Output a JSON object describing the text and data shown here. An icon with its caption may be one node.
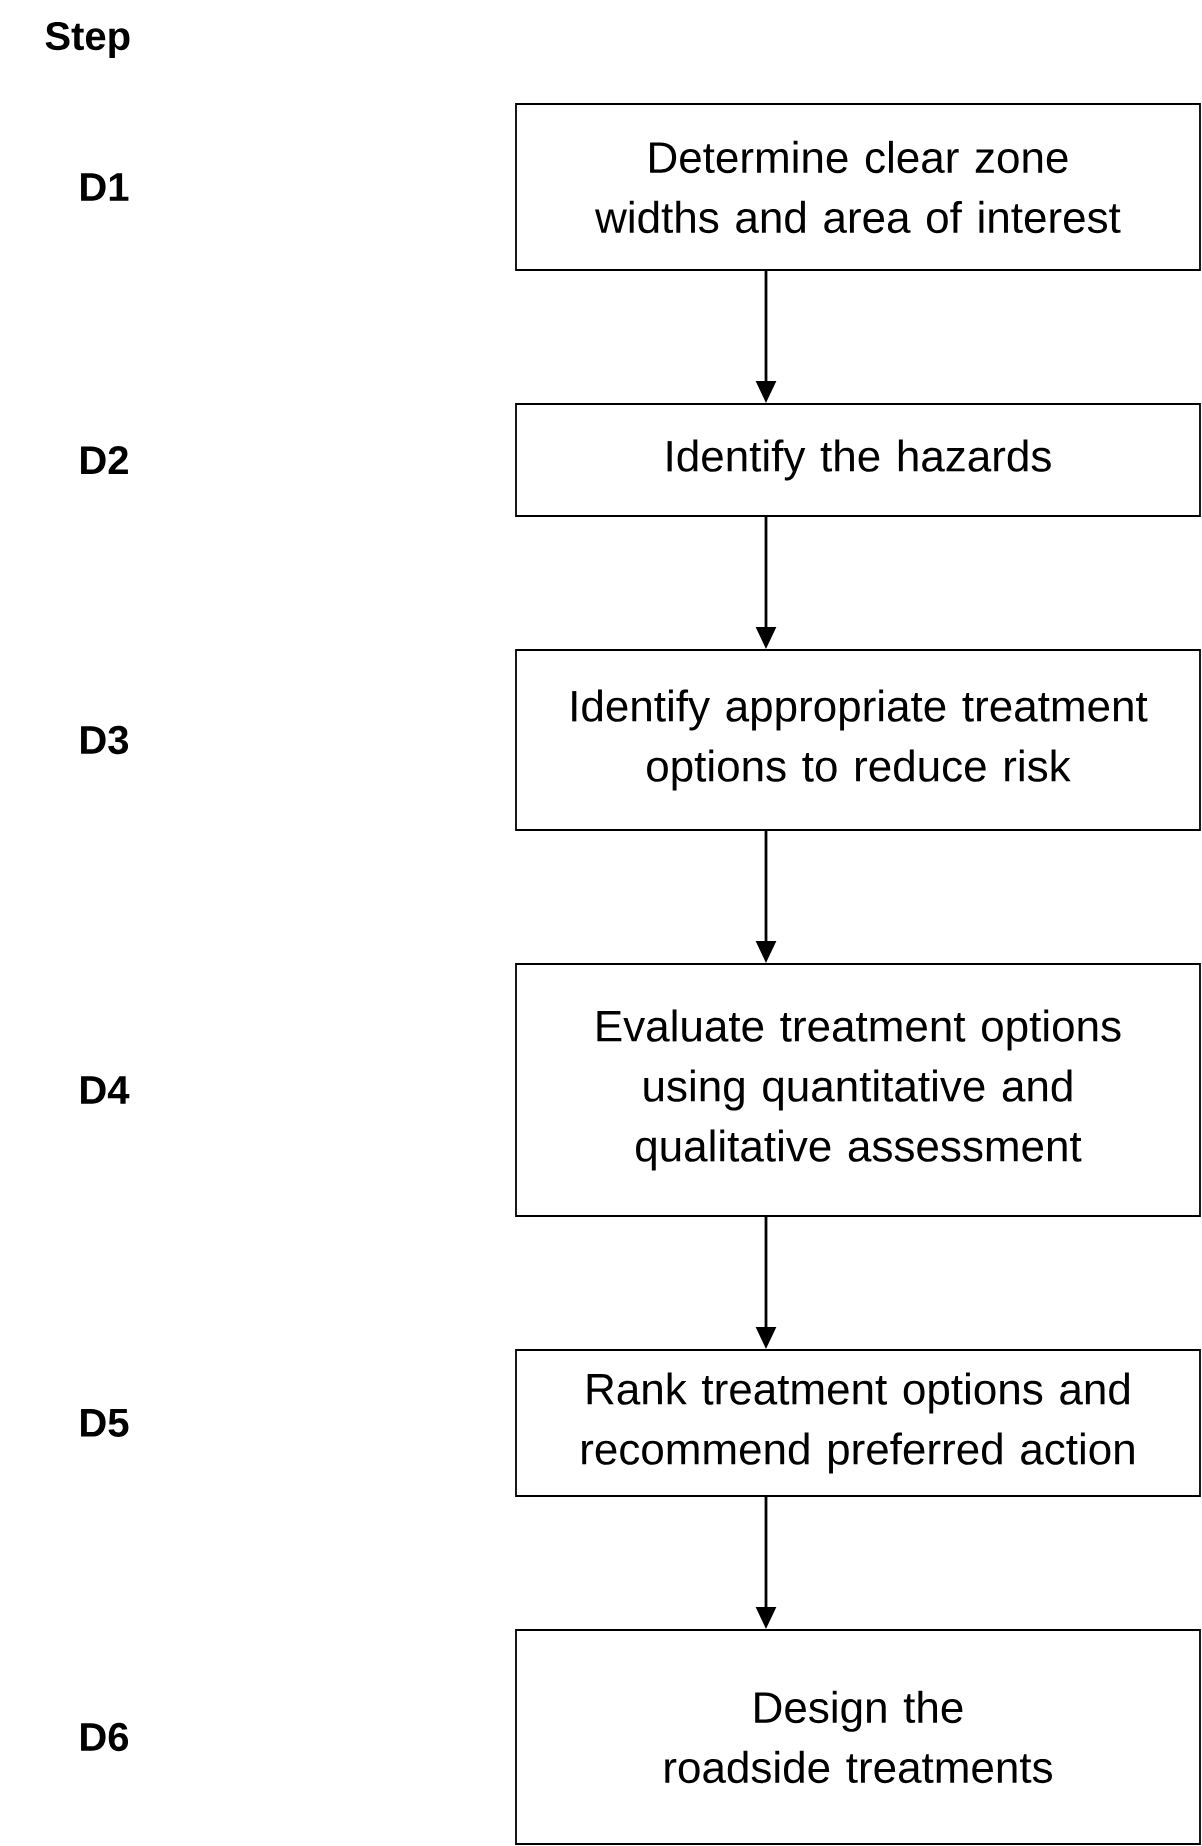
{
  "diagram": {
    "nodes": [
      {
        "text": [
          "Determine clear zone widths and area of interest"
        ]
      },
      {
        "text": [
          "Identify the hazards"
        ]
      },
      {
        "text": [
          "Identify appropriate treatment options to reduce risk"
        ]
      },
      {
        "text": [
          "Evaluate treatment options using quantitative and qualitative assessment"
        ]
      },
      {
        "text": [
          "Rank treatment options and recommend preferred action"
        ]
      },
      {
        "text": [
          "Design the roadside treatments"
        ]
      }
    ],
    "edges": [
      {
        "from": 0,
        "to": 1,
        "arrow": "to"
      },
      {
        "from": 1,
        "to": 2,
        "arrow": "to"
      },
      {
        "from": 2,
        "to": 3,
        "arrow": "to"
      },
      {
        "from": 3,
        "to": 4,
        "arrow": "to"
      },
      {
        "from": 4,
        "to": 5,
        "arrow": "to"
      }
    ],
    "labels": [
      "Step",
      "D1",
      "D2",
      "D3",
      "D4",
      "D5",
      "D6"
    ]
  }
}
